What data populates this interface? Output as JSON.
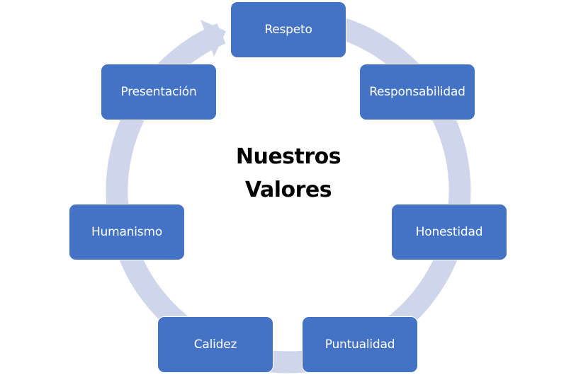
{
  "diagram": {
    "type": "cycle",
    "title_line1": "Nuestros",
    "title_line2": "Valores",
    "colors": {
      "node_fill": "#4472C4",
      "node_text": "#FFFFFF",
      "ring": "#CFD5EA",
      "title": "#000000"
    },
    "nodes": [
      {
        "id": "respeto",
        "label": "Respeto"
      },
      {
        "id": "responsabilidad",
        "label": "Responsabilidad"
      },
      {
        "id": "honestidad",
        "label": "Honestidad"
      },
      {
        "id": "puntualidad",
        "label": "Puntualidad"
      },
      {
        "id": "calidez",
        "label": "Calidez"
      },
      {
        "id": "humanismo",
        "label": "Humanismo"
      },
      {
        "id": "presentacion",
        "label": "Presentación"
      }
    ],
    "flow_direction": "clockwise"
  }
}
